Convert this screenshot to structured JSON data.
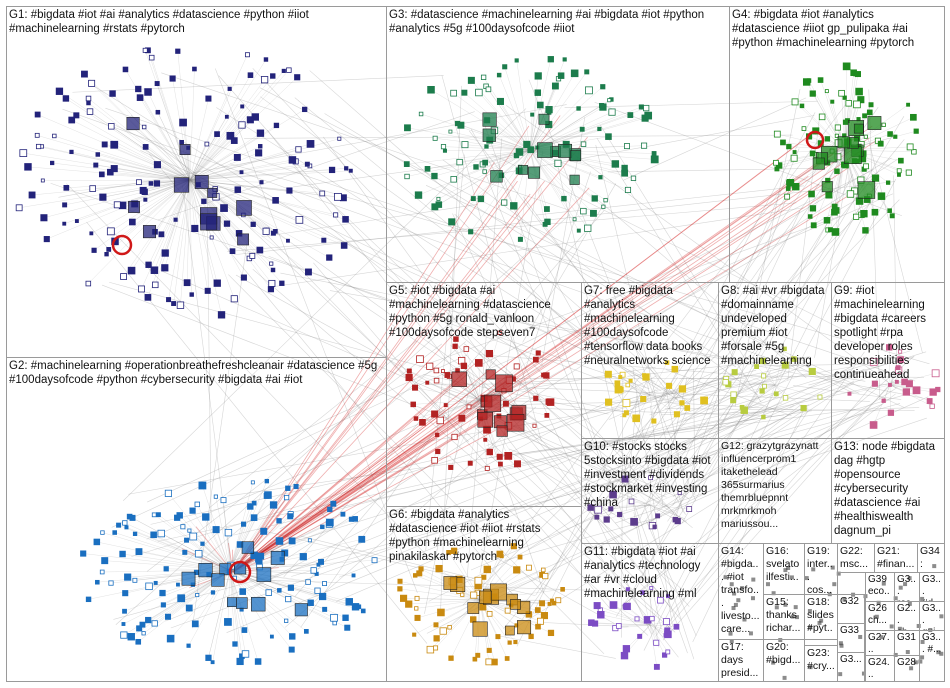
{
  "groups": [
    {
      "id": "G1",
      "label": "G1: #bigdata #iot #ai #analytics #datascience #python #iiot #machinelearning #rstats #pytorch"
    },
    {
      "id": "G3",
      "label": "G3: #datascience #machinelearning #ai #bigdata #iot #python #analytics #5g #100daysofcode #iiot"
    },
    {
      "id": "G4",
      "label": "G4: #bigdata #iot #analytics #datascience #iiot gp_pulipaka #ai #python #machinelearning #pytorch"
    },
    {
      "id": "G2",
      "label": "G2: #machinelearning #operationbreathefreshcleanair #datascience #5g #100daysofcode #python #cybersecurity #bigdata #ai #iot"
    },
    {
      "id": "G5",
      "label": "G5: #iot #bigdata #ai #machinelearning #datascience #python #5g ronald_vanloon #100daysofcode stepseven7"
    },
    {
      "id": "G7",
      "label": "G7: free #bigdata #analytics #machinelearning #100daysofcode #tensorflow data books #neuralnetworks science"
    },
    {
      "id": "G8",
      "label": "G8: #ai #vr #bigdata #domainname undeveloped premium #iot #forsale #5g #machinelearning"
    },
    {
      "id": "G9",
      "label": "G9: #iot #machinelearning #bigdata #careers spotlight #rpa developer roles responsibilities continueahead"
    },
    {
      "id": "G10",
      "label": "G10: #stocks stocks 5stocksinto #bigdata #iot #investment #dividends #stockmarket #investing #china"
    },
    {
      "id": "G12",
      "label": "G12: grazytgrazynatt influencerprom1 itakethelead 365surmarius themrbluepnnt mrkmrkmoh mariussou..."
    },
    {
      "id": "G13",
      "label": "G13: node #bigdata dag #hgtp #opensource #cybersecurity #datascience #ai #healthiswealth dagnum_pi"
    },
    {
      "id": "G6",
      "label": "G6: #bigdata #analytics #datascience #iot #iiot #rstats #python #machinelearning pinakilaskar #pytorch"
    },
    {
      "id": "G11",
      "label": "G11: #bigdata #iot #ai #analytics #technology #ar #vr #cloud #machinelearning #ml"
    },
    {
      "id": "G14",
      "label": "G14: #bigda... #iot transfo... livesto... care..."
    },
    {
      "id": "G16",
      "label": "G16: svelato ilfesti..."
    },
    {
      "id": "G19",
      "label": "G19: inter... cos..."
    },
    {
      "id": "G22",
      "label": "G22: msc..."
    },
    {
      "id": "G21",
      "label": "G21: #finan..."
    },
    {
      "id": "G34",
      "label": "G34: sm..."
    },
    {
      "id": "G39",
      "label": "G39 eco..."
    },
    {
      "id": "G3x",
      "label": "G3... res..."
    },
    {
      "id": "G3y",
      "label": "G3... #d..."
    },
    {
      "id": "G15",
      "label": "G15: thanks richar..."
    },
    {
      "id": "G18",
      "label": "G18: slides #pyt..."
    },
    {
      "id": "G32",
      "label": "G32"
    },
    {
      "id": "G26",
      "label": "G26 ch..."
    },
    {
      "id": "G2x",
      "label": "G2... ch..."
    },
    {
      "id": "G3z",
      "label": "G3... qui..."
    },
    {
      "id": "G17",
      "label": "G17: days presid..."
    },
    {
      "id": "G20",
      "label": "G20: #bigd..."
    },
    {
      "id": "G23",
      "label": "G23: #cry..."
    },
    {
      "id": "G33",
      "label": "G33"
    },
    {
      "id": "G27",
      "label": "G27..."
    },
    {
      "id": "G31",
      "label": "G31"
    },
    {
      "id": "G3w",
      "label": "G3..."
    },
    {
      "id": "G24",
      "label": "G24..."
    },
    {
      "id": "G28",
      "label": "G28"
    },
    {
      "id": "G3v",
      "label": "G3... #..."
    }
  ],
  "colors": {
    "edge": "#8a8a8a",
    "hub_edge": "#d01818",
    "G1": "#23237a",
    "G2": "#1a6fc0",
    "G3": "#1c7c4c",
    "G4": "#1f8a1f",
    "G5": "#b22222",
    "G6": "#c98a10",
    "G7": "#e0c020",
    "G8": "#b8cc40",
    "G9": "#c85c8c",
    "G10": "#5c3c8c",
    "G11": "#7c4cc4",
    "small": "#404040"
  }
}
